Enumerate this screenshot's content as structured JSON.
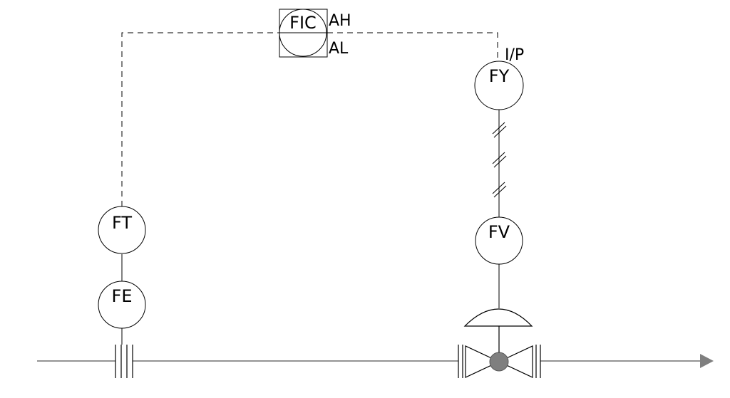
{
  "diagram": {
    "instruments": {
      "fic": {
        "tag": "FIC",
        "alarm_high": "AH",
        "alarm_low": "AL"
      },
      "ft": {
        "tag": "FT"
      },
      "fe": {
        "tag": "FE"
      },
      "fy": {
        "tag": "FY",
        "note": "I/P"
      },
      "fv": {
        "tag": "FV"
      }
    },
    "colors": {
      "line": "#000000",
      "valve_ball": "#7f7f7f",
      "arrow": "#7f7f7f"
    }
  }
}
